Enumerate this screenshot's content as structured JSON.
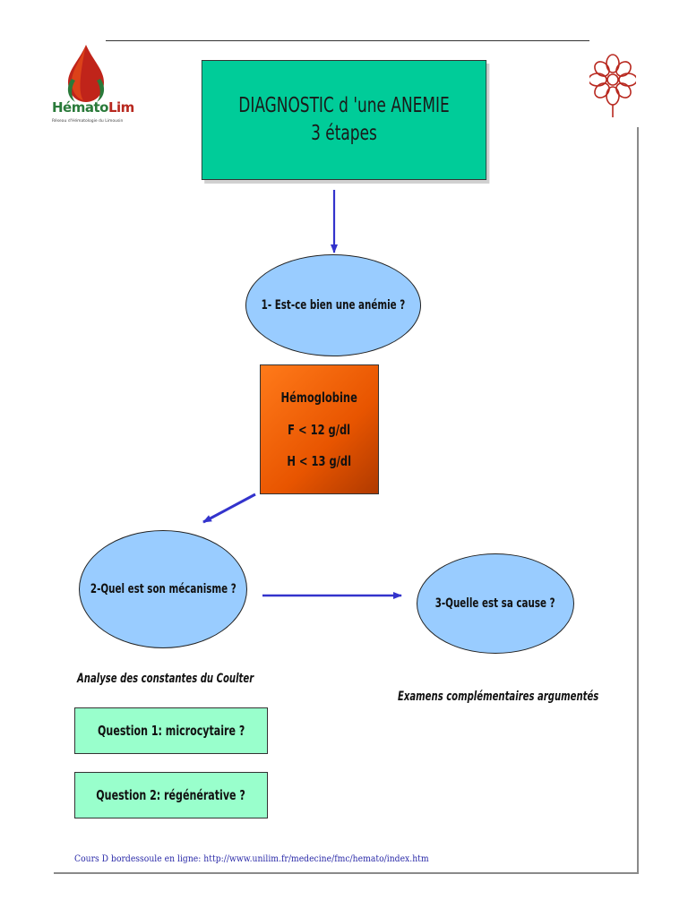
{
  "logo": {
    "name_part1": "Hémato",
    "name_part2": "Lim",
    "subtitle": "Réseau d'Hématologie du Limousin"
  },
  "title": {
    "line1": "DIAGNOSTIC d 'une ANEMIE",
    "line2": "3 étapes"
  },
  "steps": {
    "step1": "1- Est-ce bien une anémie ?",
    "step2": "2-Quel est son mécanisme ?",
    "step3": "3-Quelle est sa cause ?"
  },
  "hemoglobin": {
    "label": "Hémoglobine",
    "female": "F < 12 g/dl",
    "male": "H < 13 g/dl"
  },
  "labels": {
    "coulter": "Analyse des constantes du Coulter",
    "examens": "Examens complémentaires argumentés"
  },
  "questions": {
    "q1": "Question 1: microcytaire ?",
    "q2": "Question 2: régénérative ?"
  },
  "footer": "Cours D bordessoule en ligne:  http://www.unilim.fr/medecine/fmc/hemato/index.htm",
  "colors": {
    "title_box": "#00cc99",
    "ellipse": "#99ccff",
    "hemoglobin_box": "#ff6600",
    "question_box": "#99ffcc",
    "arrow": "#3333cc",
    "logo_drop": "#b8281f",
    "logo_green": "#2a7a3a"
  },
  "icons": {
    "left_logo": "hematolim-drop-logo",
    "right_logo": "limoges-flower-emblem"
  }
}
